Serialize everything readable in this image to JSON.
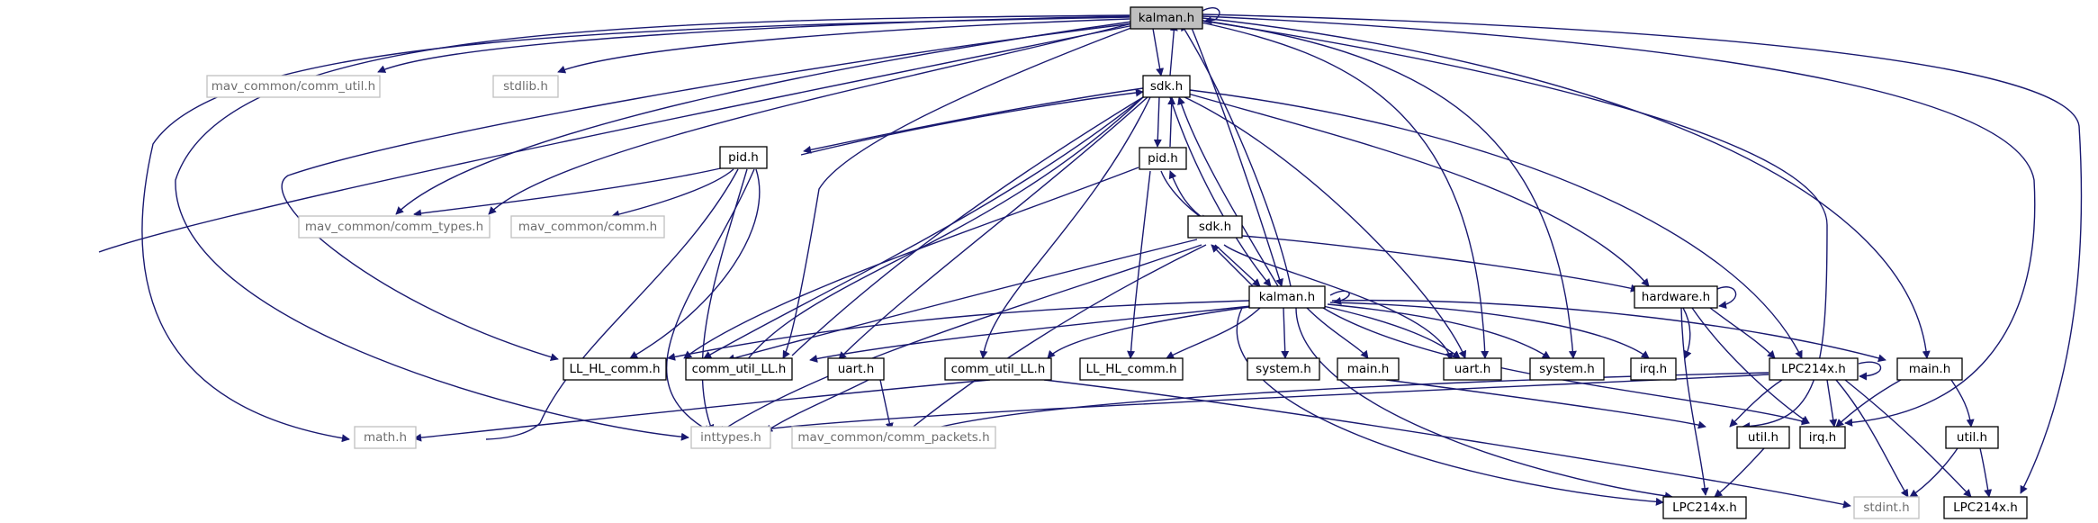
{
  "colors": {
    "edge": "#191970",
    "node_border": "#000000",
    "node_border_external": "#c0c0c0",
    "root_fill": "#bfbfbf"
  },
  "nodes": {
    "kalman_root": "kalman.h",
    "mav_comm_util": "mav_common/comm_util.h",
    "stdlib": "stdlib.h",
    "sdk_top": "sdk.h",
    "pid_left": "pid.h",
    "pid_mid": "pid.h",
    "mav_comm_types": "mav_common/comm_types.h",
    "mav_comm": "mav_common/comm.h",
    "sdk_mid": "sdk.h",
    "kalman_mid": "kalman.h",
    "hardware": "hardware.h",
    "ll_hl_comm_left": "LL_HL_comm.h",
    "comm_util_ll_left": "comm_util_LL.h",
    "uart_left": "uart.h",
    "comm_util_ll_right": "comm_util_LL.h",
    "ll_hl_comm_right": "LL_HL_comm.h",
    "system_left": "system.h",
    "main_left": "main.h",
    "uart_right": "uart.h",
    "system_right": "system.h",
    "irq_top": "irq.h",
    "lpc214x_mid": "LPC214x.h",
    "main_right": "main.h",
    "math": "math.h",
    "inttypes": "inttypes.h",
    "mav_comm_packets": "mav_common/comm_packets.h",
    "util_left": "util.h",
    "irq_bottom": "irq.h",
    "util_right": "util.h",
    "lpc214x_bottom_left": "LPC214x.h",
    "stdint": "stdint.h",
    "lpc214x_bottom_right": "LPC214x.h"
  }
}
